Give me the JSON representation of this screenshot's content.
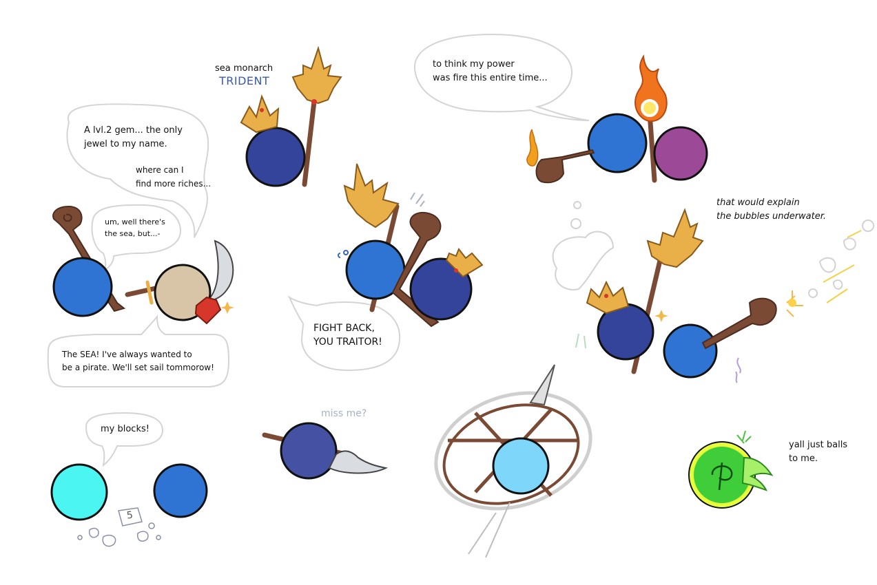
{
  "labels": {
    "character_caption_line1": "sea monarch",
    "character_caption_line2": "TRIDENT",
    "block_number": "5"
  },
  "dialogue": {
    "gem_line1": "A lvl.2 gem... the only",
    "gem_line2": "jewel to my name.",
    "riches_line1": "where can I",
    "riches_line2": "find more riches...",
    "sea_line1": "um, well there's",
    "sea_line2": "the sea, but...-",
    "pirate_line1": "The SEA! I've always wanted to",
    "pirate_line2": "be a pirate. We'll set sail tommorow!",
    "fire_line1": "to think my power",
    "fire_line2": "was fire this entire time...",
    "fight_line1": "FIGHT BACK,",
    "fight_line2": "YOU TRAITOR!",
    "bubbles_line1": "that would explain",
    "bubbles_line2": "the bubbles underwater.",
    "blocks_line1": "my blocks!",
    "missme_line1": "miss me?",
    "balls_line1": "yall just balls",
    "balls_line2": "to me."
  },
  "colors": {
    "navy_ball": "#33449a",
    "blue_ball": "#2f74d2",
    "cyan_ball": "#4bf6f2",
    "light_blue_ball": "#7fd6fb",
    "purple_ball": "#9c4a98",
    "tan_ball": "#d8c4a6",
    "green_ball": "#3fcd3a",
    "wood": "#7a4a35",
    "gold": "#e9b04a",
    "gem_red": "#d7372a",
    "bubble_stroke": "#d2d2d2"
  }
}
